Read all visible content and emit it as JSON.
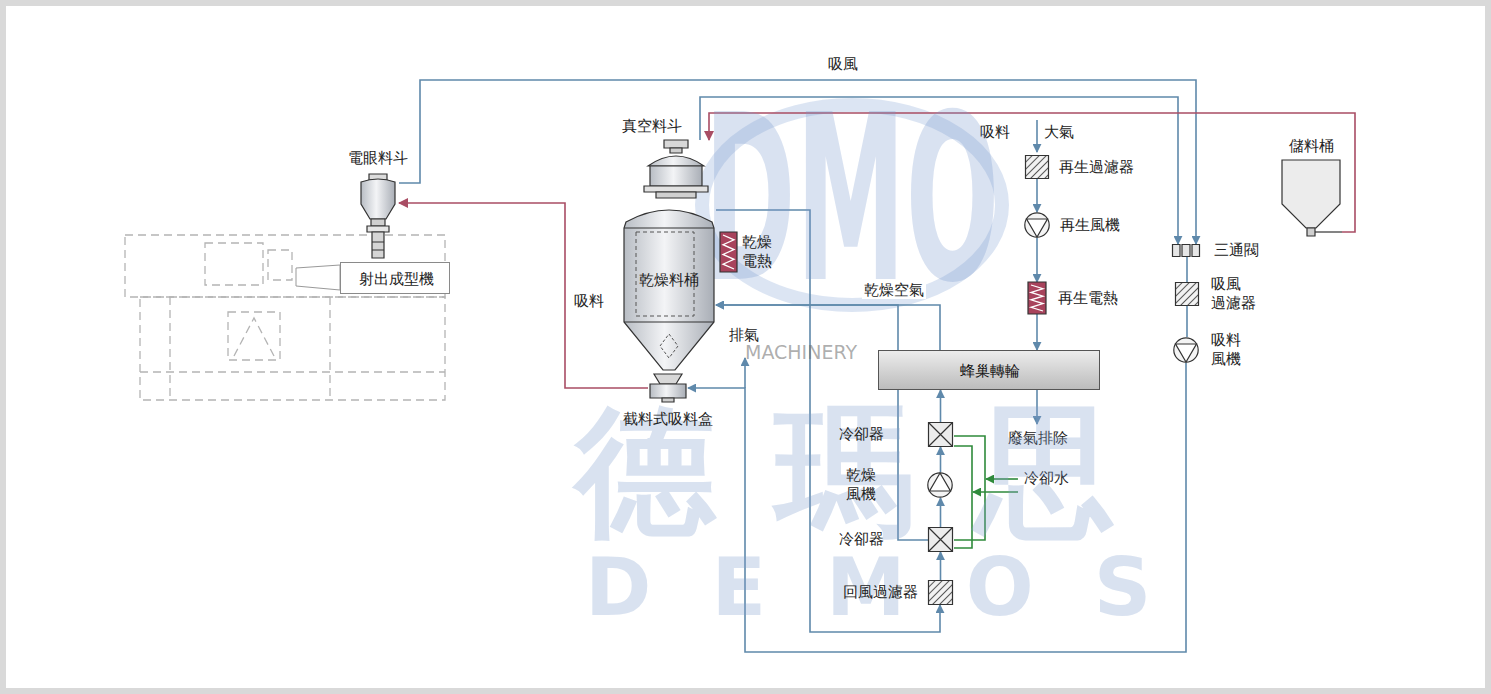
{
  "diagram": {
    "nodes": [
      {
        "text": [
          "電眼料斗"
        ]
      },
      {
        "text": [
          "射出成型機"
        ]
      },
      {
        "text": [
          "真空料斗"
        ]
      },
      {
        "text": [
          "乾燥料桶"
        ]
      },
      {
        "text": [
          "乾燥 電熱"
        ]
      },
      {
        "text": [
          "截料式吸料盒"
        ]
      },
      {
        "text": [
          "再生過濾器"
        ]
      },
      {
        "text": [
          "再生風機"
        ]
      },
      {
        "text": [
          "再生電熱"
        ]
      },
      {
        "text": [
          "蜂巢轉輪"
        ]
      },
      {
        "text": [
          "冷卻器"
        ]
      },
      {
        "text": [
          "乾燥 風機"
        ]
      },
      {
        "text": [
          "冷卻器"
        ]
      },
      {
        "text": [
          "回風過濾器"
        ]
      },
      {
        "text": [
          "儲料桶"
        ]
      },
      {
        "text": [
          "三通閥"
        ]
      },
      {
        "text": [
          "吸風 過濾器"
        ]
      },
      {
        "text": [
          "吸料 風機"
        ]
      }
    ],
    "edges": [
      {
        "from": 5,
        "to": 0,
        "arrow": "to",
        "label": "吸料"
      },
      {
        "from": 0,
        "to": 15,
        "arrow": "to",
        "label": "吸風"
      },
      {
        "from": 2,
        "to": 15,
        "arrow": "to"
      },
      {
        "from": 14,
        "to": 2,
        "arrow": "to"
      },
      {
        "from": 15,
        "to": 16,
        "arrow": "none"
      },
      {
        "from": 16,
        "to": 17,
        "arrow": "none"
      },
      {
        "from": 17,
        "to": 5,
        "arrow": "to"
      },
      {
        "from": 9,
        "to": 3,
        "arrow": "to",
        "label": "乾燥空氣"
      },
      {
        "from": 3,
        "to": 13,
        "arrow": "to"
      },
      {
        "from": 13,
        "to": 12,
        "arrow": "to"
      },
      {
        "from": 12,
        "to": 11,
        "arrow": "to"
      },
      {
        "from": 11,
        "to": 10,
        "arrow": "to"
      },
      {
        "from": 10,
        "to": 9,
        "arrow": "to"
      },
      {
        "from": 12,
        "to": 3,
        "arrow": "to"
      },
      {
        "from": 6,
        "to": 7,
        "arrow": "to"
      },
      {
        "from": 7,
        "to": 8,
        "arrow": "to"
      },
      {
        "from": 8,
        "to": 9,
        "arrow": "to"
      }
    ],
    "labels": [
      "吸料",
      "大氣",
      "排氣",
      "廢氣排除",
      "冷卻水",
      "DMO",
      "MACHINERY",
      "德瑪思",
      "DEMOS"
    ]
  }
}
